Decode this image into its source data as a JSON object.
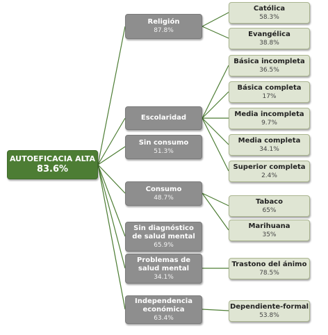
{
  "root": {
    "title": "AUTOEFICACIA ALTA",
    "value": "83.6%"
  },
  "middle": [
    {
      "title": "Religión",
      "value": "87.8%"
    },
    {
      "title": "Escolaridad",
      "value": ""
    },
    {
      "title": "Sin consumo",
      "value": "51.3%"
    },
    {
      "title": "Consumo",
      "value": "48.7%"
    },
    {
      "title": "Sin diagnóstico de salud mental",
      "value": "65.9%"
    },
    {
      "title": "Problemas de salud mental",
      "value": "34.1%"
    },
    {
      "title": "Independencia económica",
      "value": "63.4%"
    }
  ],
  "leaves": [
    {
      "title": "Católica",
      "value": "58.3%"
    },
    {
      "title": "Evangélica",
      "value": "38.8%"
    },
    {
      "title": "Básica incompleta",
      "value": "36.5%"
    },
    {
      "title": "Básica completa",
      "value": "17%"
    },
    {
      "title": "Media incompleta",
      "value": "9.7%"
    },
    {
      "title": "Media completa",
      "value": "34.1%"
    },
    {
      "title": "Superior completa",
      "value": "2.4%"
    },
    {
      "title": "Tabaco",
      "value": "65%"
    },
    {
      "title": "Marihuana",
      "value": "35%"
    },
    {
      "title": "Trastono del ánimo",
      "value": "78.5%"
    },
    {
      "title": "Dependiente-formal",
      "value": "53.8%"
    }
  ],
  "colors": {
    "root": "#4d7d34",
    "middle": "#8e8e8e",
    "leaf": "#dfe5d3",
    "connector": "#4d7d34"
  }
}
